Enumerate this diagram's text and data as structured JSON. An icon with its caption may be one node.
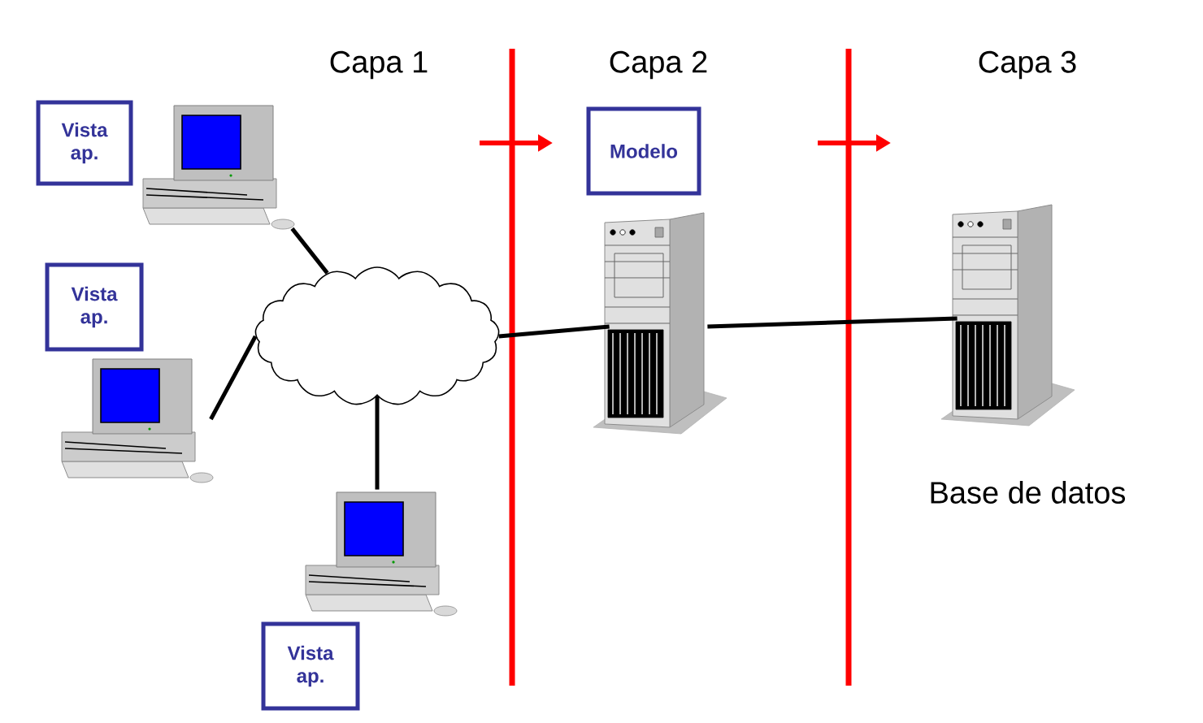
{
  "diagram": {
    "nodes": [
      {
        "text": [
          "Vista ap."
        ]
      },
      {
        "text": [],
        "shape": "picture"
      },
      {
        "text": [
          "Vista ap."
        ]
      },
      {
        "text": [],
        "shape": "picture"
      },
      {
        "text": [],
        "shape": "cloud"
      },
      {
        "text": [],
        "shape": "picture"
      },
      {
        "text": [
          "Vista ap."
        ]
      },
      {
        "text": [
          "Modelo"
        ]
      },
      {
        "text": [],
        "shape": "picture"
      },
      {
        "text": [],
        "shape": "picture",
        "beside": [
          "Base de datos"
        ]
      }
    ],
    "edges": [
      {
        "from": 1,
        "to": 4,
        "arrow": "none"
      },
      {
        "from": 3,
        "to": 4,
        "arrow": "none"
      },
      {
        "from": 4,
        "to": 5,
        "arrow": "none"
      },
      {
        "from": 4,
        "to": 8,
        "arrow": "none"
      },
      {
        "from": 8,
        "to": 9,
        "arrow": "none"
      }
    ],
    "labels": [
      "Capa 1",
      "Capa 2",
      "Capa 3"
    ]
  }
}
